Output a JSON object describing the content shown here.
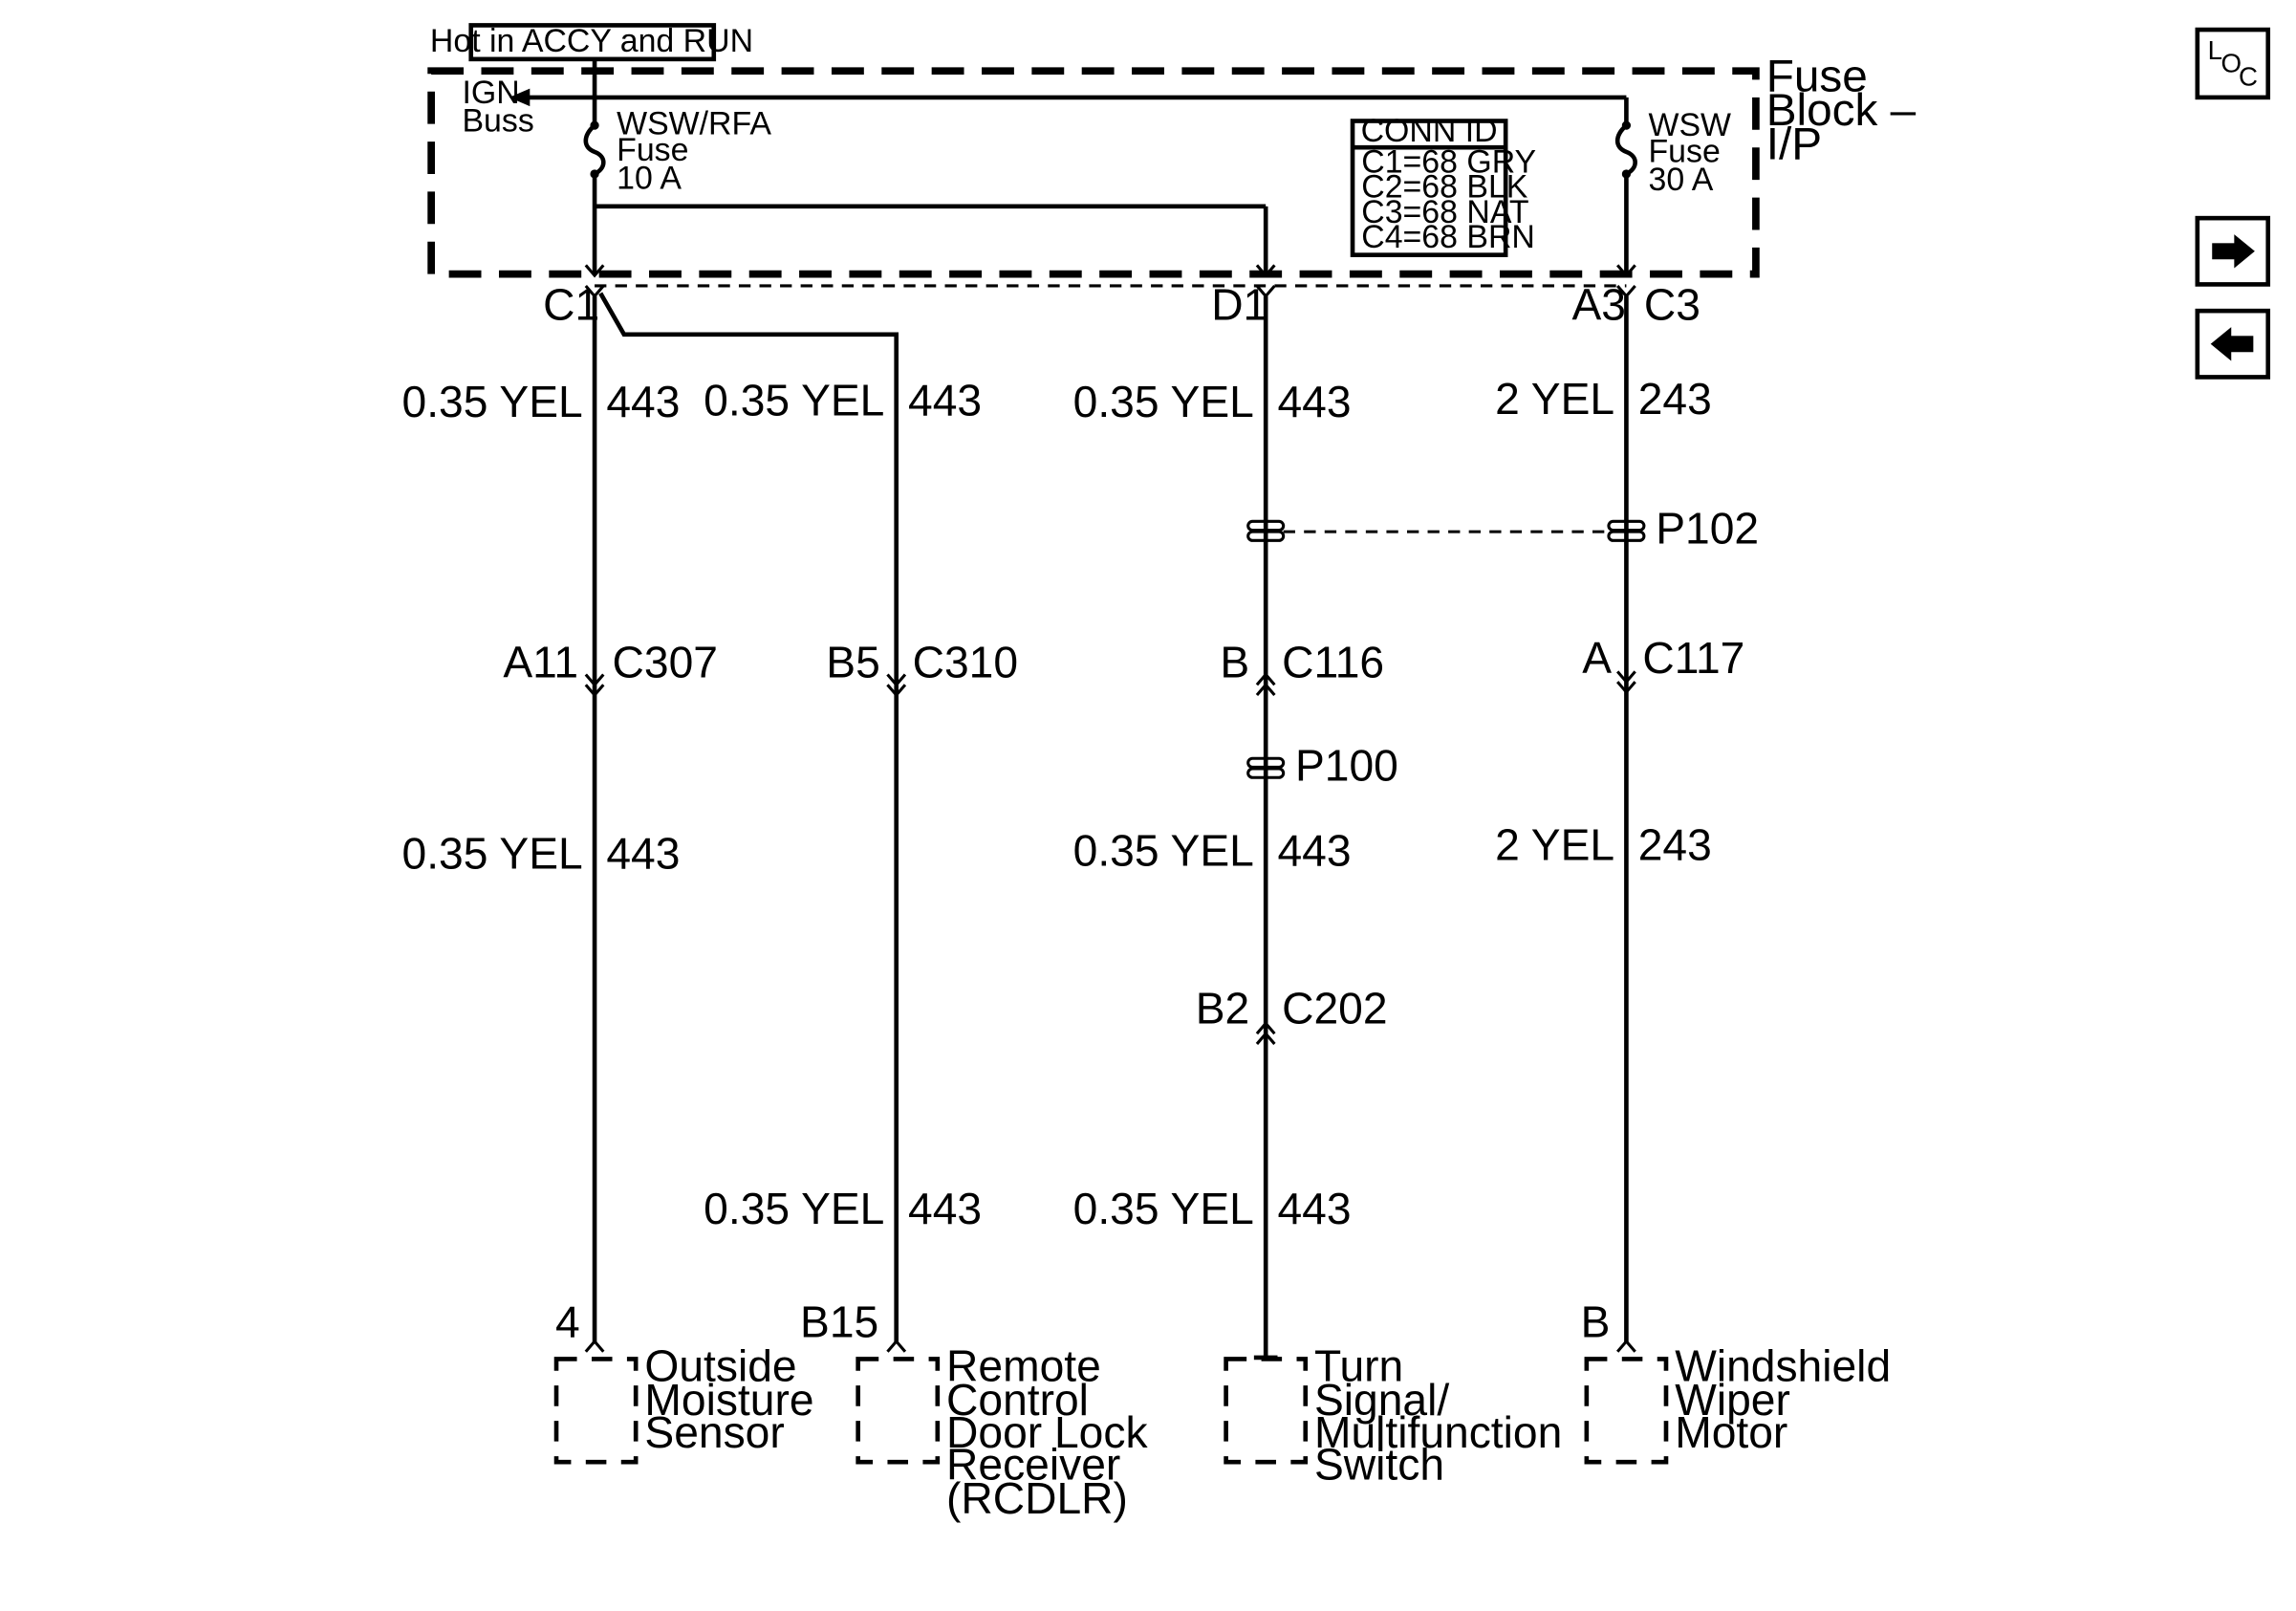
{
  "header": {
    "hot_label": "Hot in ACCY and RUN"
  },
  "fuse_block": {
    "title_line1": "Fuse",
    "title_line2": "Block –",
    "title_line3": "I/P",
    "ign_buss_line1": "IGN",
    "ign_buss_line2": "Buss",
    "fuse_left": {
      "name": "WSW/RFA",
      "word": "Fuse",
      "rating": "10 A"
    },
    "fuse_right": {
      "name": "WSW",
      "word": "Fuse",
      "rating": "30 A"
    },
    "conn_id": {
      "title": "CONN ID",
      "rows": [
        "C1=68 GRY",
        "C2=68 BLK",
        "C3=68 NAT",
        "C4=68 BRN"
      ]
    }
  },
  "connectors": {
    "c1": "C1",
    "d1": "D1",
    "a3": "A3",
    "c3": "C3",
    "a11": "A11",
    "c307": "C307",
    "b5": "B5",
    "c310": "C310",
    "b": "B",
    "c116": "C116",
    "a": "A",
    "c117": "C117",
    "p102": "P102",
    "p100": "P100",
    "b2": "B2",
    "c202": "C202",
    "pin_4": "4",
    "pin_b15": "B15",
    "pin_b": "B"
  },
  "wires": {
    "w1_top_color": "0.35 YEL",
    "w1_top_circuit": "443",
    "w2_top_color": "0.35 YEL",
    "w2_top_circuit": "443",
    "w3_top_color": "0.35 YEL",
    "w3_top_circuit": "443",
    "w4_top_color": "2 YEL",
    "w4_top_circuit": "243",
    "w1_mid_color": "0.35 YEL",
    "w1_mid_circuit": "443",
    "w3_mid_color": "0.35 YEL",
    "w3_mid_circuit": "443",
    "w4_mid_color": "2 YEL",
    "w4_mid_circuit": "243",
    "w2_bot_color": "0.35 YEL",
    "w2_bot_circuit": "443",
    "w3_bot_color": "0.35 YEL",
    "w3_bot_circuit": "443"
  },
  "components": {
    "outside_moisture": [
      "Outside",
      "Moisture",
      "Sensor"
    ],
    "rcdlr": [
      "Remote",
      "Control",
      "Door Lock",
      "Receiver",
      "(RCDLR)"
    ],
    "turn_signal": [
      "Turn",
      "Signal/",
      "Multifunction",
      "Switch"
    ],
    "wiper_motor": [
      "Windshield",
      "Wiper",
      "Motor"
    ]
  },
  "nav": {
    "loc_l": "L",
    "loc_o": "O",
    "loc_c": "C",
    "next_icon": "arrow-right-icon",
    "prev_icon": "arrow-left-icon"
  }
}
